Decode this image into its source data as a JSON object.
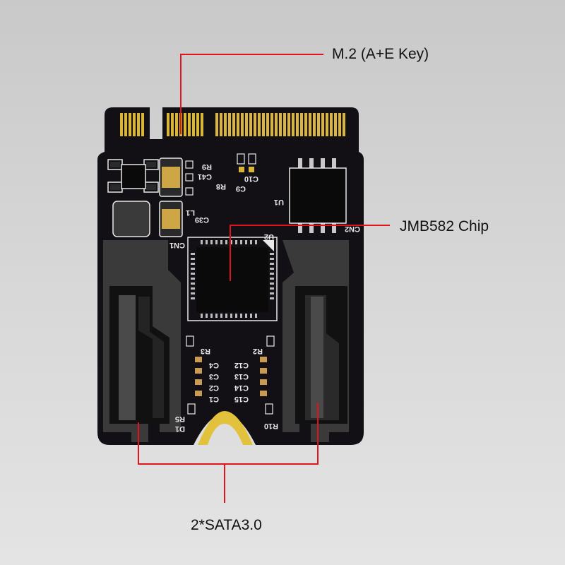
{
  "callouts": {
    "m2_key": "M.2 (A+E Key)",
    "chip": "JMB582 Chip",
    "sata": "2*SATA3.0"
  },
  "silkscreen": {
    "r9": "R9",
    "c41": "C41",
    "r8": "R8",
    "c10": "C10",
    "c9": "C9",
    "u1": "U1",
    "l1": "L1",
    "c39": "C39",
    "cn1": "CN1",
    "u2": "U2",
    "cn2": "CN2",
    "r3": "R3",
    "r2": "R2",
    "c4": "C4",
    "c3": "C3",
    "c2": "C2",
    "c1": "C1",
    "c12": "C12",
    "c13": "C13",
    "c14": "C14",
    "c15": "C15",
    "r5": "R5",
    "d1": "D1",
    "r10": "R10"
  },
  "colors": {
    "background": "#d0d0d0",
    "pcb": "#121014",
    "gold": "#d9b53a",
    "callout_line": "#e0141c",
    "connector": "#3a3a3a"
  }
}
